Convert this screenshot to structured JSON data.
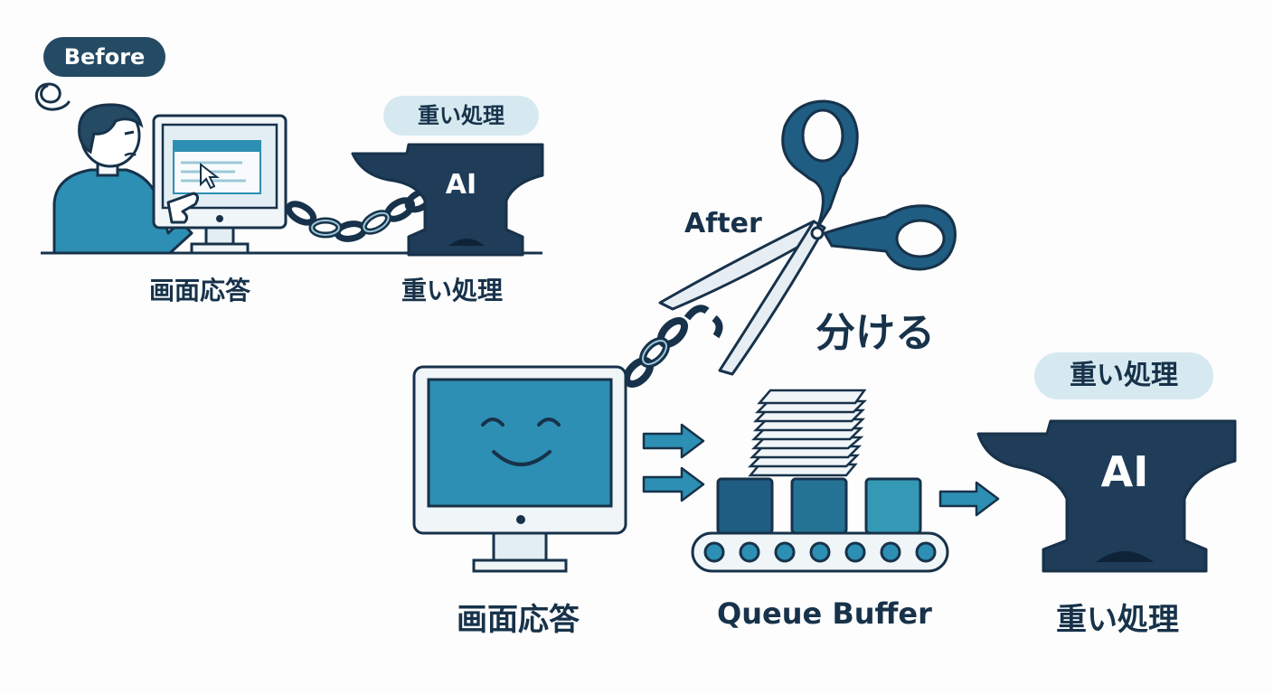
{
  "before": {
    "badge": "Before",
    "screen_label": "画面応答",
    "anvil_pill": "重い処理",
    "anvil_text": "AI",
    "anvil_label": "重い処理"
  },
  "after": {
    "title": "After",
    "split_label": "分ける",
    "screen_label": "画面応答",
    "queue_label": "Queue Buffer",
    "anvil_pill": "重い処理",
    "anvil_text": "AI",
    "anvil_label": "重い処理"
  },
  "colors": {
    "navy": "#17324a",
    "anvil": "#1f3c58",
    "teal": "#2d8fb3",
    "light_blue": "#d6e9f0",
    "box_dark": "#1f5d82",
    "box_mid": "#247395",
    "box_light": "#3499b5"
  }
}
